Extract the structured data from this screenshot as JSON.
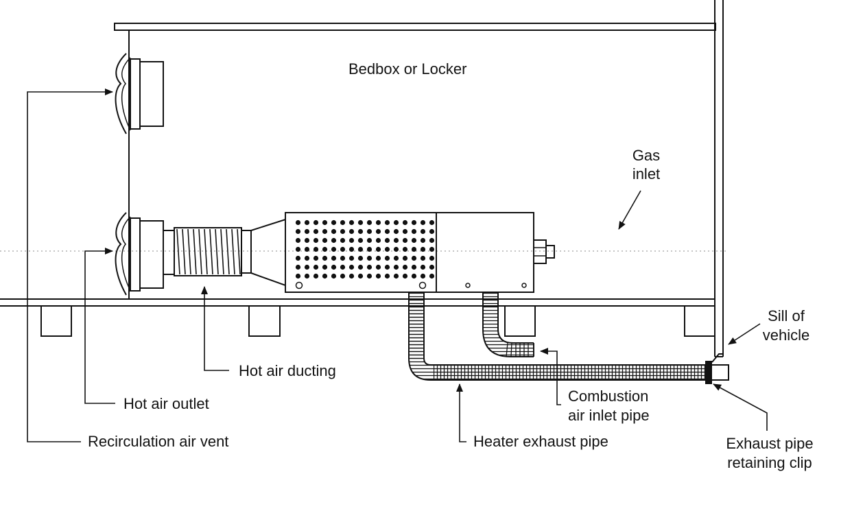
{
  "diagram": {
    "labels": {
      "bedbox": "Bedbox or Locker",
      "gas_inlet_line1": "Gas",
      "gas_inlet_line2": "inlet",
      "sill_line1": "Sill of",
      "sill_line2": "vehicle",
      "hot_air_ducting": "Hot air ducting",
      "hot_air_outlet": "Hot air outlet",
      "recirculation_vent": "Recirculation air vent",
      "combustion_line1": "Combustion",
      "combustion_line2": "air inlet pipe",
      "heater_exhaust": "Heater exhaust pipe",
      "retaining_clip_line1": "Exhaust pipe",
      "retaining_clip_line2": "retaining clip"
    },
    "colors": {
      "line": "#111111",
      "background": "#ffffff"
    }
  }
}
